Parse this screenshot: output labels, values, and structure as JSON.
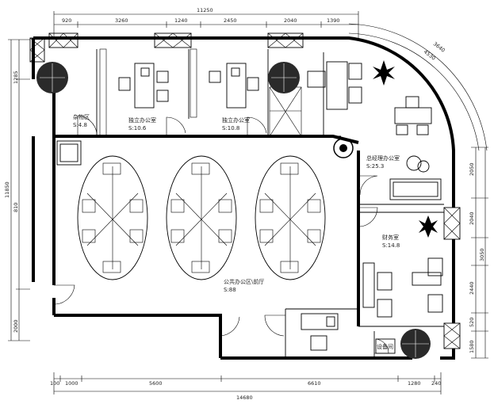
{
  "dimensions": {
    "top": {
      "overall": "11250",
      "segments": [
        "920",
        "3260",
        "1240",
        "2450",
        "2040",
        "1390"
      ]
    },
    "left": {
      "overall": "11850",
      "segments": [
        "1285",
        "810",
        "2000"
      ]
    },
    "right": {
      "segments": [
        "2050",
        "2040",
        "3050",
        "2440",
        "520",
        "1580"
      ]
    },
    "arc": [
      "3640",
      "4530"
    ],
    "bottom": {
      "overall": "14680",
      "segments": [
        "100",
        "1000",
        "5600",
        "6610",
        "1280",
        "240"
      ]
    }
  },
  "rooms": {
    "storage": {
      "name": "杂物区",
      "area": "S:4.8"
    },
    "office_1": {
      "name": "独立办公室",
      "area": "S:10.6"
    },
    "office_2": {
      "name": "独立办公室",
      "area": "S:10.8"
    },
    "manager": {
      "name": "总经理办公室",
      "area": "S:25.3"
    },
    "finance": {
      "name": "财务室",
      "area": "S:14.8"
    },
    "open_office": {
      "name": "公共办公区\\前厅",
      "area": "S:88"
    },
    "equipment": {
      "name": "设备间"
    }
  },
  "colors": {
    "wall": "#000000",
    "plant": "#2a2a2a",
    "background": "#ffffff"
  }
}
